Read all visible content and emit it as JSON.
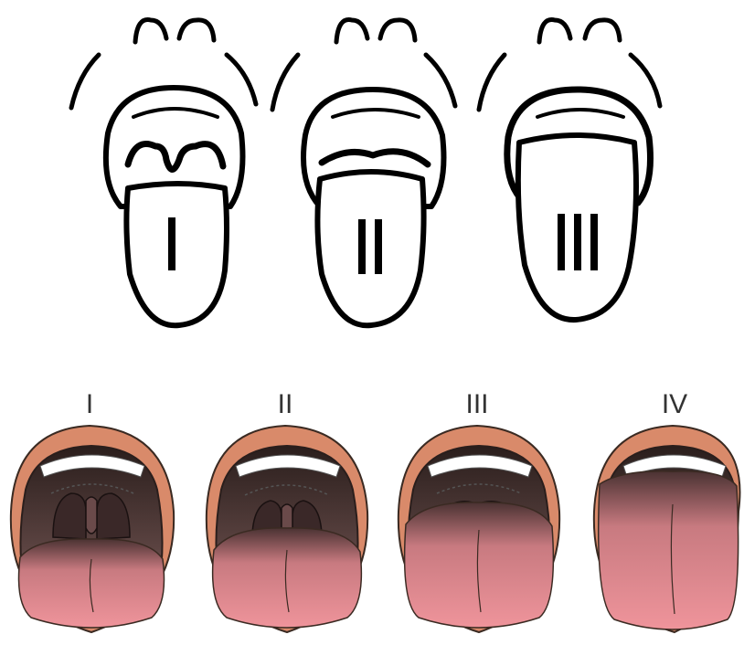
{
  "sketch_row": {
    "items": [
      {
        "numeral": "I"
      },
      {
        "numeral": "II"
      },
      {
        "numeral": "III"
      }
    ]
  },
  "colored_row": {
    "items": [
      {
        "label": "I",
        "class": 1
      },
      {
        "label": "II",
        "class": 2
      },
      {
        "label": "III",
        "class": 3
      },
      {
        "label": "IV",
        "class": 4
      }
    ]
  },
  "colors": {
    "lip": "#d98a6a",
    "lip_outline": "#3a2a22",
    "throat_dark": "#2a1e1c",
    "throat_mid": "#7a5a58",
    "tongue": "#ea8f96",
    "teeth": "#ffffff",
    "ink": "#000000"
  }
}
